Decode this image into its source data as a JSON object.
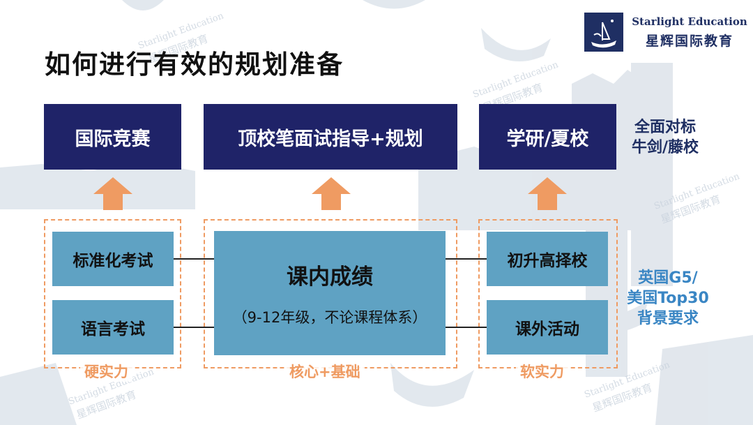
{
  "slide": {
    "title": "如何进行有效的规划准备"
  },
  "brand": {
    "english": "Starlight Education",
    "chinese": "星辉国际教育"
  },
  "watermark": {
    "english": "Starlight Education",
    "chinese": "星辉国际教育"
  },
  "goals": [
    {
      "label": "国际竞赛"
    },
    {
      "label": "顶校笔面试指导+规划"
    },
    {
      "label": "学研/夏校"
    }
  ],
  "groups": {
    "hard": {
      "label": "硬实力",
      "items": [
        "标准化考试",
        "语言考试"
      ]
    },
    "core": {
      "label": "核心+基础",
      "title": "课内成绩",
      "subtitle": "（9-12年级，不论课程体系）"
    },
    "soft": {
      "label": "软实力",
      "items": [
        "初升高择校",
        "课外活动"
      ]
    }
  },
  "side_notes": {
    "top": [
      "全面对标",
      "牛剑/藤校"
    ],
    "bottom": [
      "英国G5/",
      "美国Top30",
      "背景要求"
    ]
  },
  "colors": {
    "navy": "#1f2368",
    "blue": "#5fa2c3",
    "orange": "#ef9b62",
    "note_blue": "#3a86c4"
  }
}
